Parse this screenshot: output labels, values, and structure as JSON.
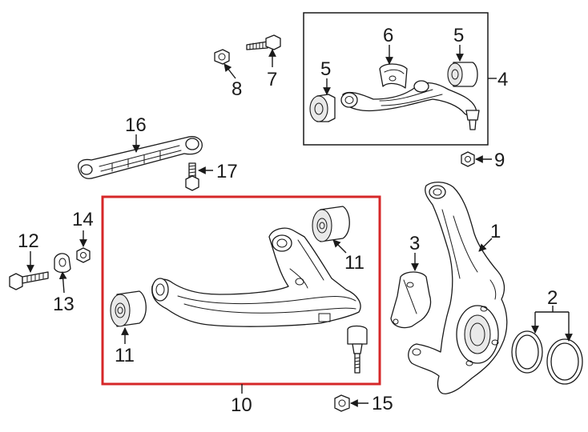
{
  "callouts": {
    "c1": "1",
    "c2": "2",
    "c3": "3",
    "c4": "4",
    "c5a": "5",
    "c5b": "5",
    "c6": "6",
    "c7": "7",
    "c8": "8",
    "c9": "9",
    "c10": "10",
    "c11a": "11",
    "c11b": "11",
    "c12": "12",
    "c13": "13",
    "c14": "14",
    "c15": "15",
    "c16": "16",
    "c17": "17"
  },
  "colors": {
    "highlight_box": "#d62728",
    "line": "#1a1a1a",
    "background": "#ffffff"
  }
}
